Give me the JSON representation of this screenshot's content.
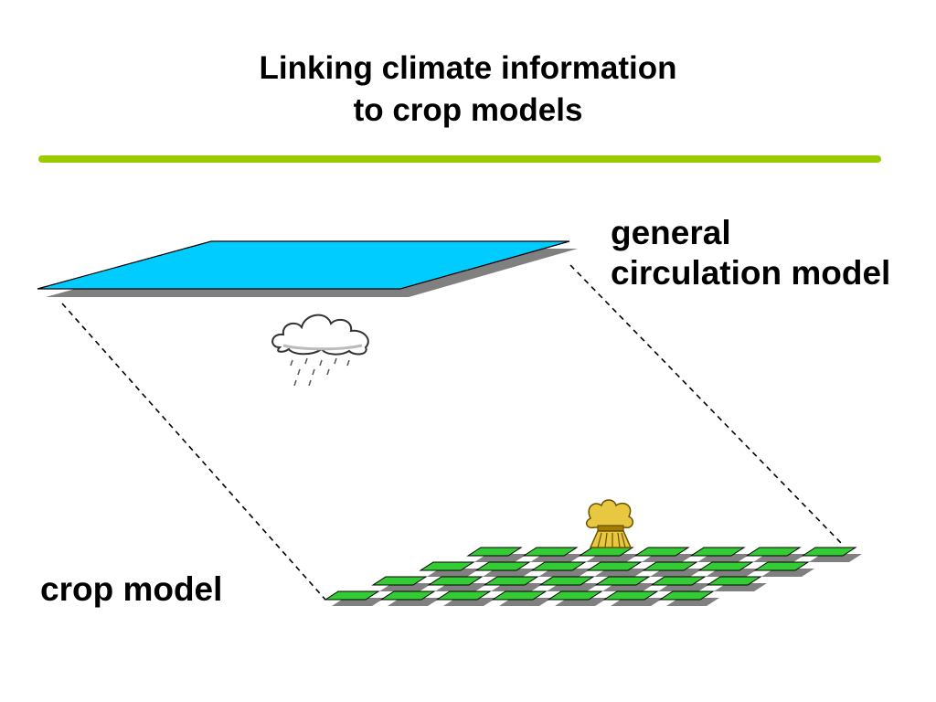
{
  "slide": {
    "title_line1": "Linking climate information",
    "title_line2": "to crop models"
  },
  "labels": {
    "gcm_line1": "general",
    "gcm_line2": "circulation model",
    "crop": "crop model"
  },
  "colors": {
    "accent_rule": "#99cc00",
    "gcm_plane_fill": "#00ccff",
    "plane_shadow": "#808080",
    "crop_cell_fill": "#33cc33",
    "cloud_fill": "#ffffff",
    "wheat_fill": "#e8c840"
  },
  "icons": {
    "cloud": "rain-cloud-icon",
    "wheat": "wheat-sheaf-icon"
  },
  "crop_grid": {
    "rows": 4,
    "columns": 7
  }
}
